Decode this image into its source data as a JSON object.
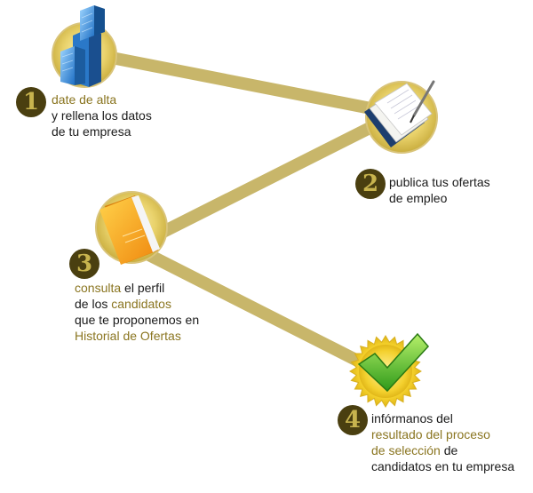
{
  "colors": {
    "connector": "#c8b66a",
    "highlight": "#8a7520",
    "badge_bg": "#4a3f10",
    "badge_digit": "#c8b44e",
    "gold_disc": "#e9d26b"
  },
  "steps": [
    {
      "number": "1",
      "icon": "building-icon",
      "lines": [
        {
          "parts": [
            {
              "text": "date de alta",
              "hl": true
            }
          ]
        },
        {
          "parts": [
            {
              "text": "y rellena los datos",
              "hl": false
            }
          ]
        },
        {
          "parts": [
            {
              "text": "de tu empresa",
              "hl": false
            }
          ]
        }
      ]
    },
    {
      "number": "2",
      "icon": "document-pen-icon",
      "lines": [
        {
          "parts": [
            {
              "text": "publica tus ofertas",
              "hl": false
            }
          ]
        },
        {
          "parts": [
            {
              "text": "de empleo",
              "hl": false
            }
          ]
        }
      ]
    },
    {
      "number": "3",
      "icon": "folder-icon",
      "lines": [
        {
          "parts": [
            {
              "text": "consulta",
              "hl": true
            },
            {
              "text": " el perfil",
              "hl": false
            }
          ]
        },
        {
          "parts": [
            {
              "text": "de los ",
              "hl": false
            },
            {
              "text": "candidatos",
              "hl": true
            }
          ]
        },
        {
          "parts": [
            {
              "text": "que te proponemos en",
              "hl": false
            }
          ]
        },
        {
          "parts": [
            {
              "text": "Historial de Ofertas",
              "hl": true
            }
          ]
        }
      ]
    },
    {
      "number": "4",
      "icon": "checkmark-badge-icon",
      "lines": [
        {
          "parts": [
            {
              "text": "infórmanos del",
              "hl": false
            }
          ]
        },
        {
          "parts": [
            {
              "text": "resultado del proceso",
              "hl": true
            }
          ]
        },
        {
          "parts": [
            {
              "text": "de selección",
              "hl": true
            },
            {
              "text": " de",
              "hl": false
            }
          ]
        },
        {
          "parts": [
            {
              "text": "candidatos en tu empresa",
              "hl": false
            }
          ]
        }
      ]
    }
  ]
}
